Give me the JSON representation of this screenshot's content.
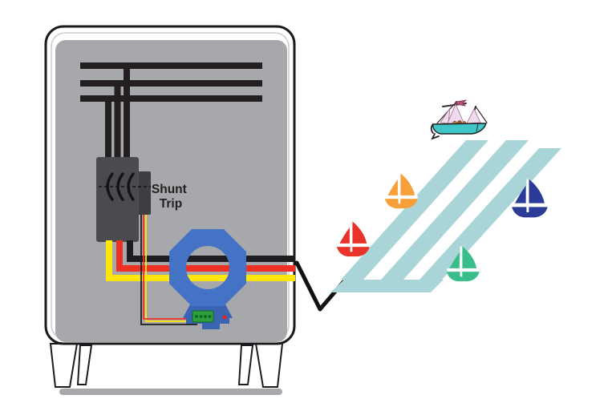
{
  "diagram": {
    "title_visible_text": "Shunt Trip",
    "panel": {
      "shunt_trip_label": {
        "line1": "Shunt",
        "line2": "Trip"
      },
      "bus_bar_count": 3,
      "feed_wire_count": 3,
      "load_wires": [
        "black",
        "red",
        "yellow"
      ],
      "sensor_control_wires": [
        "red",
        "yellow",
        "black"
      ]
    },
    "sensor": {
      "name": "current-transformer-ring",
      "terminal": "green-terminal-block",
      "indicator": "red-led"
    },
    "marina": {
      "pier_count": 3,
      "boats": [
        {
          "name": "fishing-trawler",
          "color_key": "trawler-teal"
        },
        {
          "name": "sailboat-orange",
          "color_key": "boat-orange"
        },
        {
          "name": "sailboat-red",
          "color_key": "boat-red"
        },
        {
          "name": "sailboat-blue",
          "color_key": "boat-blue"
        },
        {
          "name": "sailboat-green",
          "color_key": "boat-green"
        }
      ]
    }
  },
  "colors": {
    "panel-gray": "#a6a8ab",
    "panel-outline": "#1b1b1d",
    "seam-gray": "#c9cbcd",
    "bus-bar-black": "#231f20",
    "breaker-gray": "#4a4b4f",
    "breaker-tab-gray": "#3d3e42",
    "wire-black": "#1d1d1f",
    "wire-red": "#ee3124",
    "wire-yellow": "#ffe60a",
    "ring-blue": "#4472c4",
    "ring-base-blue": "#3b63b4",
    "terminal-green": "#2f9e3c",
    "terminal-green-dark": "#0c6b22",
    "led-red": "#e02420",
    "dock-teal": "#a9d5d8",
    "boat-red": "#e9332a",
    "boat-orange": "#f7a03a",
    "boat-blue": "#2b3b97",
    "boat-green": "#38bd8b",
    "trawler-teal": "#3fc6c9",
    "sail-pink": "#eedcee",
    "sail-stroke": "#a06487",
    "flag-maroon": "#b94f72",
    "pointer-black": "#111111",
    "label-color": "#231f20",
    "leg-white": "#ffffff"
  }
}
